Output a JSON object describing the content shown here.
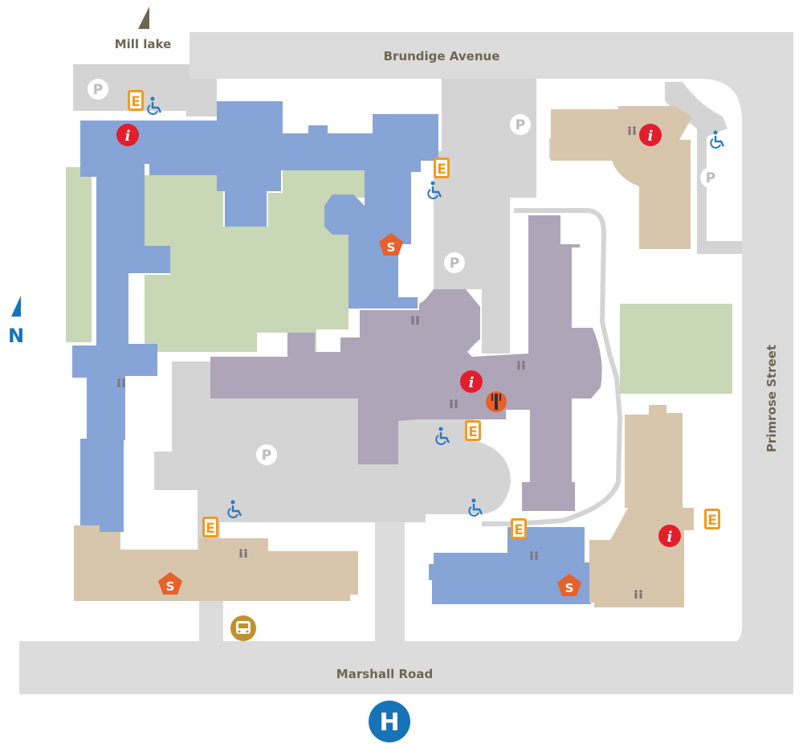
{
  "map": {
    "labels": {
      "north_road": "Brundige Avenue",
      "south_road": "Marshall Road",
      "east_road": "Primrose Street",
      "lake": "Mill lake",
      "north_indicator": "N"
    },
    "legend_glyphs": {
      "parking": "P",
      "entrance": "E",
      "shop": "S",
      "information": "i",
      "hospital": "H"
    },
    "colors": {
      "road": "#dcdcdc",
      "parking_lot": "#d4d4d4",
      "building_blue": "#87a4d6",
      "building_purple": "#aea5b8",
      "building_tan": "#d7c6ac",
      "green_space": "#c8d7b6",
      "entrance": "#f19a22",
      "info": "#e21d2c",
      "shop": "#e8602a",
      "accessible": "#2b79c0",
      "bus": "#c1902d",
      "hospital": "#1773b8",
      "label_text": "#6f6553"
    },
    "icons": [
      "parking-icon",
      "entrance-icon",
      "shop-icon",
      "info-icon",
      "wheelchair-icon",
      "restroom-icon",
      "dining-icon",
      "bus-stop-icon",
      "hospital-icon",
      "north-arrow-icon"
    ]
  }
}
